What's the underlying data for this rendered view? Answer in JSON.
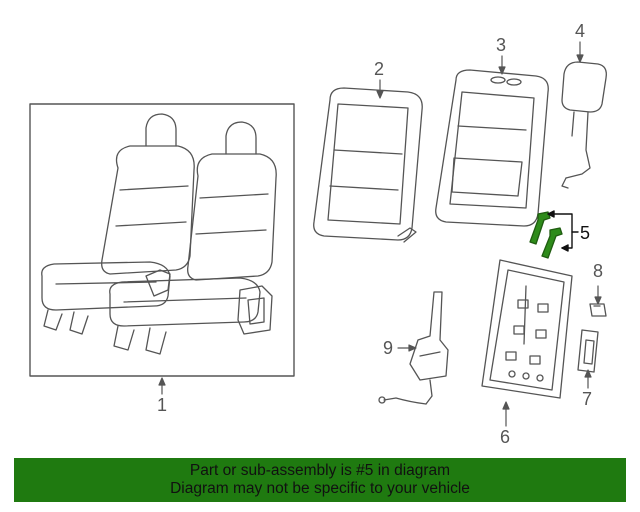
{
  "callouts": {
    "c1": "1",
    "c2": "2",
    "c3": "3",
    "c4": "4",
    "c5": "5",
    "c6": "6",
    "c7": "7",
    "c8": "8",
    "c9": "9"
  },
  "banner": {
    "line1": "Part or sub-assembly is #5 in diagram",
    "line2": "Diagram may not be specific to your vehicle"
  },
  "colors": {
    "line": "#555555",
    "highlight_part": "#1f7a10",
    "banner_bg": "#1f7a10"
  }
}
